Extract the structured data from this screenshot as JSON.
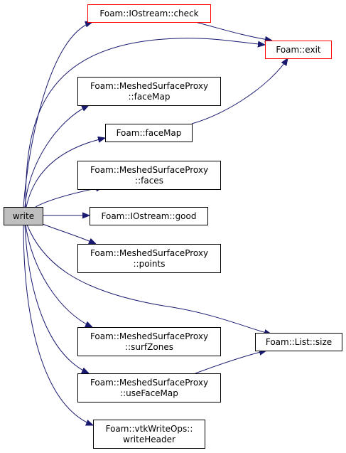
{
  "colors": {
    "edge": "#191970",
    "node_border": "#000000",
    "truncated_border": "#ff0000",
    "root_fill": "#bfbfbf",
    "node_fill": "#ffffff"
  },
  "nodes": {
    "write": {
      "lines": [
        "write"
      ],
      "root": true
    },
    "check": {
      "lines": [
        "Foam::IOstream::check"
      ],
      "truncated": true
    },
    "exit": {
      "lines": [
        "Foam::exit"
      ],
      "truncated": true
    },
    "msp_facemap": {
      "lines": [
        "Foam::MeshedSurfaceProxy",
        "::faceMap"
      ]
    },
    "facemap": {
      "lines": [
        "Foam::faceMap"
      ]
    },
    "msp_faces": {
      "lines": [
        "Foam::MeshedSurfaceProxy",
        "::faces"
      ]
    },
    "good": {
      "lines": [
        "Foam::IOstream::good"
      ]
    },
    "msp_points": {
      "lines": [
        "Foam::MeshedSurfaceProxy",
        "::points"
      ]
    },
    "list_size": {
      "lines": [
        "Foam::List::size"
      ]
    },
    "msp_surfzones": {
      "lines": [
        "Foam::MeshedSurfaceProxy",
        "::surfZones"
      ]
    },
    "msp_usefacemap": {
      "lines": [
        "Foam::MeshedSurfaceProxy",
        "::useFaceMap"
      ]
    },
    "vtk_writeheader": {
      "lines": [
        "Foam::vtkWriteOps::",
        "writeHeader"
      ]
    }
  },
  "edges": [
    {
      "from": "write",
      "to": "check"
    },
    {
      "from": "write",
      "to": "exit"
    },
    {
      "from": "write",
      "to": "msp_facemap"
    },
    {
      "from": "write",
      "to": "facemap"
    },
    {
      "from": "write",
      "to": "msp_faces"
    },
    {
      "from": "write",
      "to": "good"
    },
    {
      "from": "write",
      "to": "msp_points"
    },
    {
      "from": "write",
      "to": "list_size"
    },
    {
      "from": "write",
      "to": "msp_surfzones"
    },
    {
      "from": "write",
      "to": "msp_usefacemap"
    },
    {
      "from": "write",
      "to": "vtk_writeheader"
    },
    {
      "from": "check",
      "to": "exit"
    },
    {
      "from": "facemap",
      "to": "exit"
    },
    {
      "from": "msp_usefacemap",
      "to": "list_size"
    }
  ]
}
